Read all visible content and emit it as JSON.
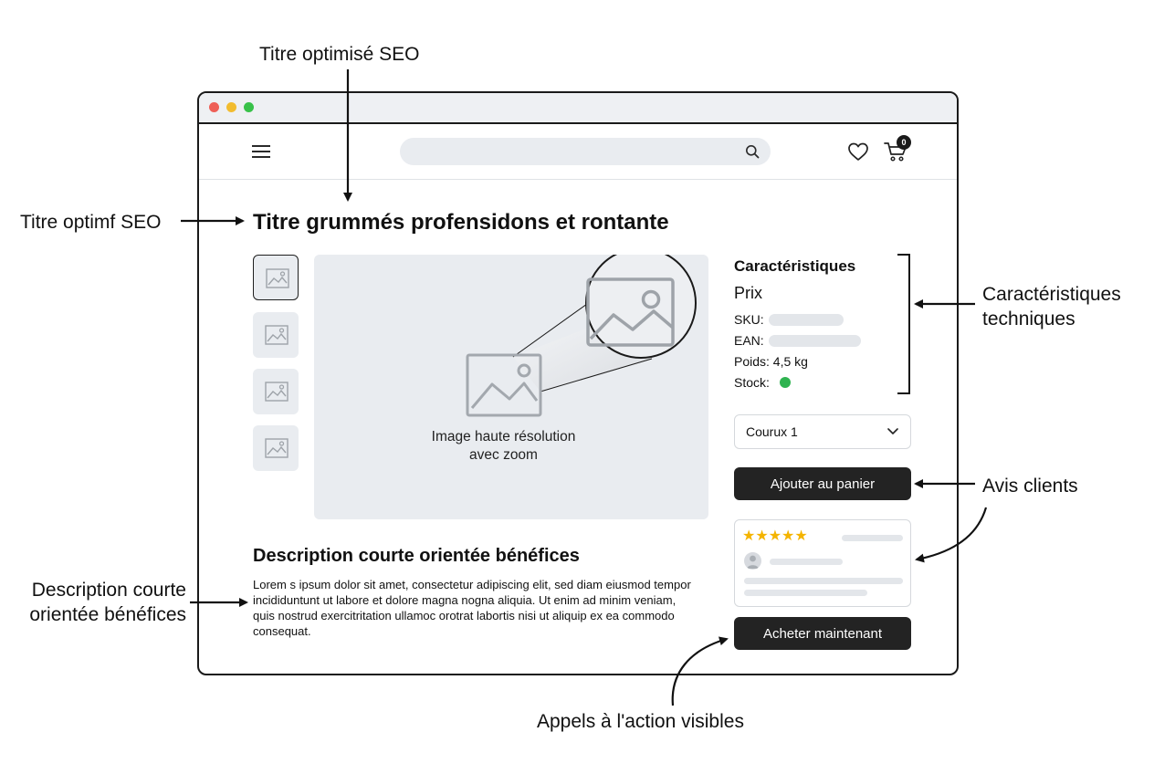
{
  "callouts": {
    "top_seo_title": "Titre optimisé SEO",
    "left_seo_title": "Titre optimf SEO",
    "specs": "Caractéristiques\ntechniques",
    "reviews": "Avis clients",
    "description": "Description courte\norientée bénéfices",
    "cta": "Appels à l'action visibles"
  },
  "navbar": {
    "search": {
      "value": "",
      "placeholder": ""
    },
    "cart_count": "0"
  },
  "product": {
    "title": "Titre grummés profensidons et rontante",
    "image_caption": "Image haute résolution\navec zoom",
    "thumbnail_count": 4,
    "specs": {
      "title": "Caractéristiques",
      "price_label": "Prix",
      "sku_label": "SKU:",
      "ean_label": "EAN:",
      "weight": "Poids: 4,5 kg",
      "stock_label": "Stock:"
    },
    "variant": {
      "selected": "Courux 1"
    },
    "add_to_cart": "Ajouter au panier",
    "buy_now": "Acheter maintenant",
    "rating": {
      "stars": 5,
      "max": 5
    },
    "description": {
      "title": "Description courte orientée bénéfices",
      "text": "Lorem s ipsum dolor sit amet, consectetur adipiscing elit, sed diam eiusmod tempor incididuntunt ut labore et dolore magna nogna aliquia. Ut enim ad minim veniam, quis nostrud exercitritation ullamoc orotrat labortis nisi ut aliquip ex ea  commodo consequat."
    }
  },
  "colors": {
    "frame": "#1a1a1a",
    "placeholder_bg": "#e9ecf0",
    "button_dark": "#232323",
    "stock_ok": "#2fb350",
    "star": "#f4b400"
  }
}
